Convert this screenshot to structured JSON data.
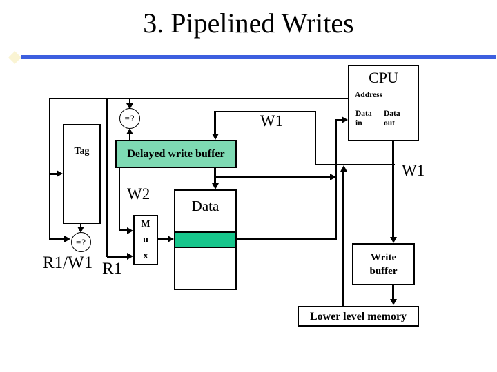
{
  "slide": {
    "title": "3. Pipelined Writes",
    "colors": {
      "underline_blue": "#3D5FDF",
      "buffer_teal": "#7EDAB3",
      "data_row_green": "#17C68C"
    }
  },
  "cpu": {
    "name": "CPU",
    "address_label": "Address",
    "data_in_line1": "Data",
    "data_in_line2": "in",
    "data_out_line1": "Data",
    "data_out_line2": "out"
  },
  "cache": {
    "tag_label": "Tag",
    "data_label": "Data"
  },
  "delayed_write_buffer": {
    "label": "Delayed write buffer"
  },
  "write_buffer": {
    "line1": "Write",
    "line2": "buffer"
  },
  "lower_level_memory": {
    "label": "Lower level memory"
  },
  "mux": {
    "line1": "M",
    "line2": "u",
    "line3": "x"
  },
  "comparators": {
    "tag_check_top": "=?",
    "tag_check_bottom": "=?"
  },
  "pipeline_labels": {
    "w1_write_path": "W1",
    "w1_data_out": "W1",
    "w2": "W2",
    "r1_w1": "R1/W1",
    "r1": "R1"
  }
}
